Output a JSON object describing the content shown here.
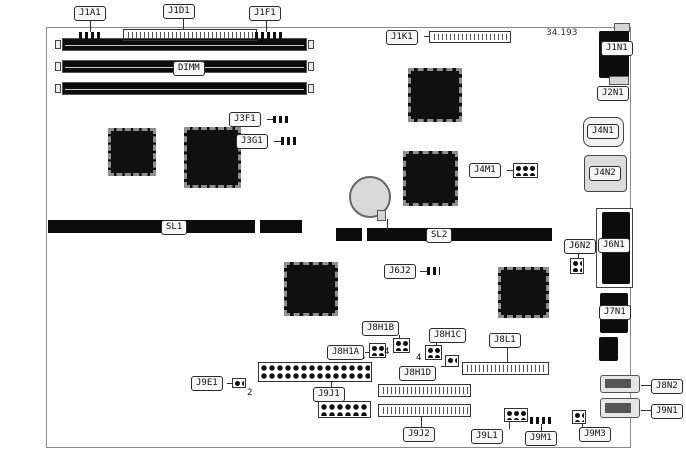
{
  "part_number": "34.193",
  "labels": {
    "j1a1": "J1A1",
    "j1d1": "J1D1",
    "j1f1": "J1F1",
    "j1k1": "J1K1",
    "j1n1": "J1N1",
    "j2n1": "J2N1",
    "j3f1": "J3F1",
    "j3g1": "J3G1",
    "j4m1": "J4M1",
    "j4n1": "J4N1",
    "j4n2": "J4N2",
    "dimm": "DIMM",
    "sl1": "SL1",
    "sl2": "SL2",
    "j6j2": "J6J2",
    "j6n1": "J6N1",
    "j6n2": "J6N2",
    "j7n1": "J7N1",
    "j8h1a": "J8H1A",
    "j8h1b": "J8H1B",
    "j8h1c": "J8H1C",
    "j8h1d": "J8H1D",
    "j8l1": "J8L1",
    "j8n2": "J8N2",
    "j9e1": "J9E1",
    "j9j1": "J9J1",
    "j9j2": "J9J2",
    "j9l1": "J9L1",
    "j9m1": "J9M1",
    "j9m3": "J9M3",
    "j9n1": "J9N1"
  },
  "annotations": {
    "qty_two": "2",
    "qty_four": "4"
  }
}
